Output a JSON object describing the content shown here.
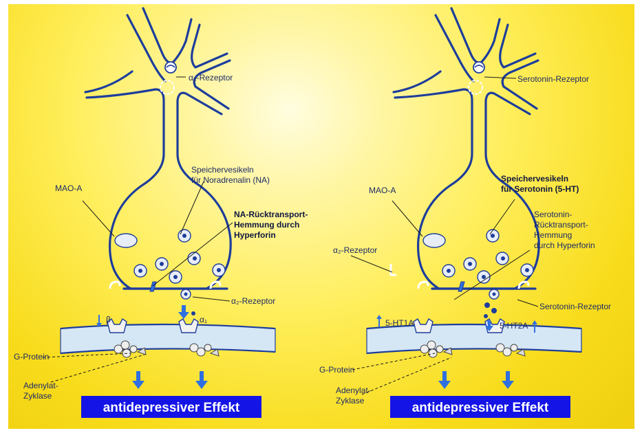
{
  "left_panel": {
    "receptor_top": "α₂-Rezeptor",
    "storage": [
      "Speichervesikeln",
      "für Noradrenalin (NA)"
    ],
    "mao": "MAO-A",
    "reuptake": [
      "NA-Rücktransport-",
      "Hemmung durch",
      "Hyperforin"
    ],
    "receptor_pre": "α₂-Rezeptor",
    "beta": "β",
    "alpha1": "α₁",
    "g_protein": "G-Protein",
    "adenylyl": [
      "Adenylat-",
      "Zyklase"
    ],
    "effect": "antidepressiver Effekt"
  },
  "right_panel": {
    "receptor_top": "Serotonin-Rezeptor",
    "storage": [
      "Speichervesikeln",
      "für Serotonin (5-HT)"
    ],
    "mao": "MAO-A",
    "alpha2": "α₂-Rezeptor",
    "reuptake": [
      "Serotonin-",
      "Rücktransport-",
      "Hemmung",
      "durch Hyperforin"
    ],
    "receptor_pre": "Serotonin-Rezeptor",
    "ht1a": "5-HT1A",
    "ht2a": "5-HT2A",
    "g_protein": "G-Protein",
    "adenylyl": [
      "Adenylat-",
      "Zyklase"
    ],
    "effect": "antidepressiver Effekt"
  },
  "colors": {
    "membrane": "#1d3d9c",
    "effect_box": "#1414e6",
    "arrow": "#2f6fe0",
    "background": "#f8dc1c"
  }
}
